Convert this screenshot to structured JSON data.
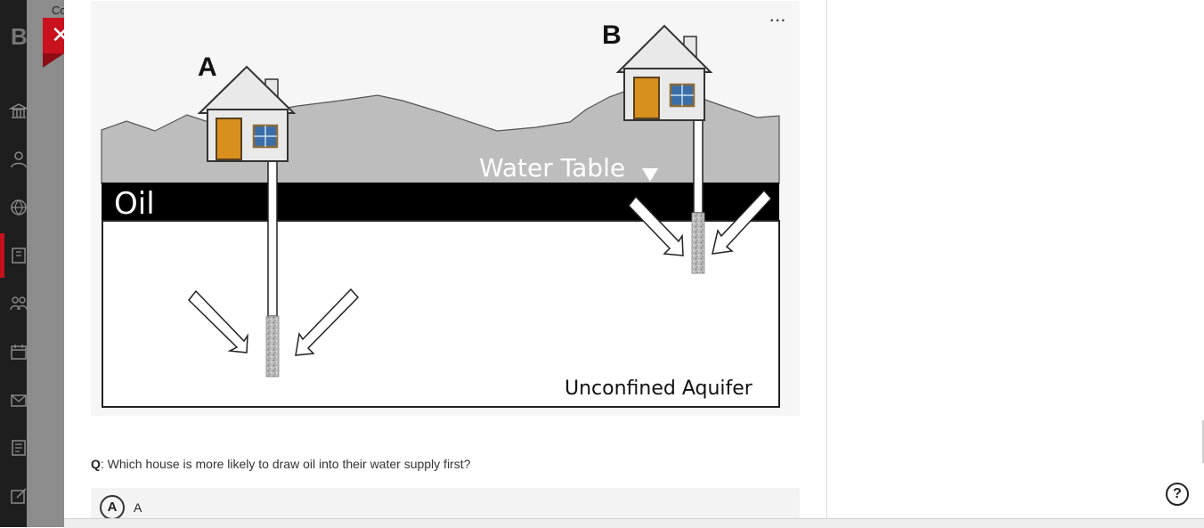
{
  "nav": {
    "brand": "B",
    "icons": [
      "institution-icon",
      "user-icon",
      "globe-icon",
      "courses-icon",
      "groups-icon",
      "calendar-icon",
      "messages-icon",
      "grades-icon",
      "tools-icon"
    ]
  },
  "breadcrumb": "Co",
  "close_button": {
    "label": "✕"
  },
  "figure": {
    "more_label": "···",
    "house_a_label": "A",
    "house_b_label": "B",
    "water_table_label": "Water Table",
    "oil_label": "Oil",
    "aquifer_label": "Unconfined Aquifer"
  },
  "question": {
    "prefix": "Q",
    "text": ": Which house is more likely to draw oil into their water supply first?"
  },
  "answers": [
    {
      "letter": "A",
      "text": "A"
    }
  ],
  "help": {
    "label": "?"
  },
  "colors": {
    "accent": "#c9121e",
    "rail": "#1e1e1e"
  }
}
